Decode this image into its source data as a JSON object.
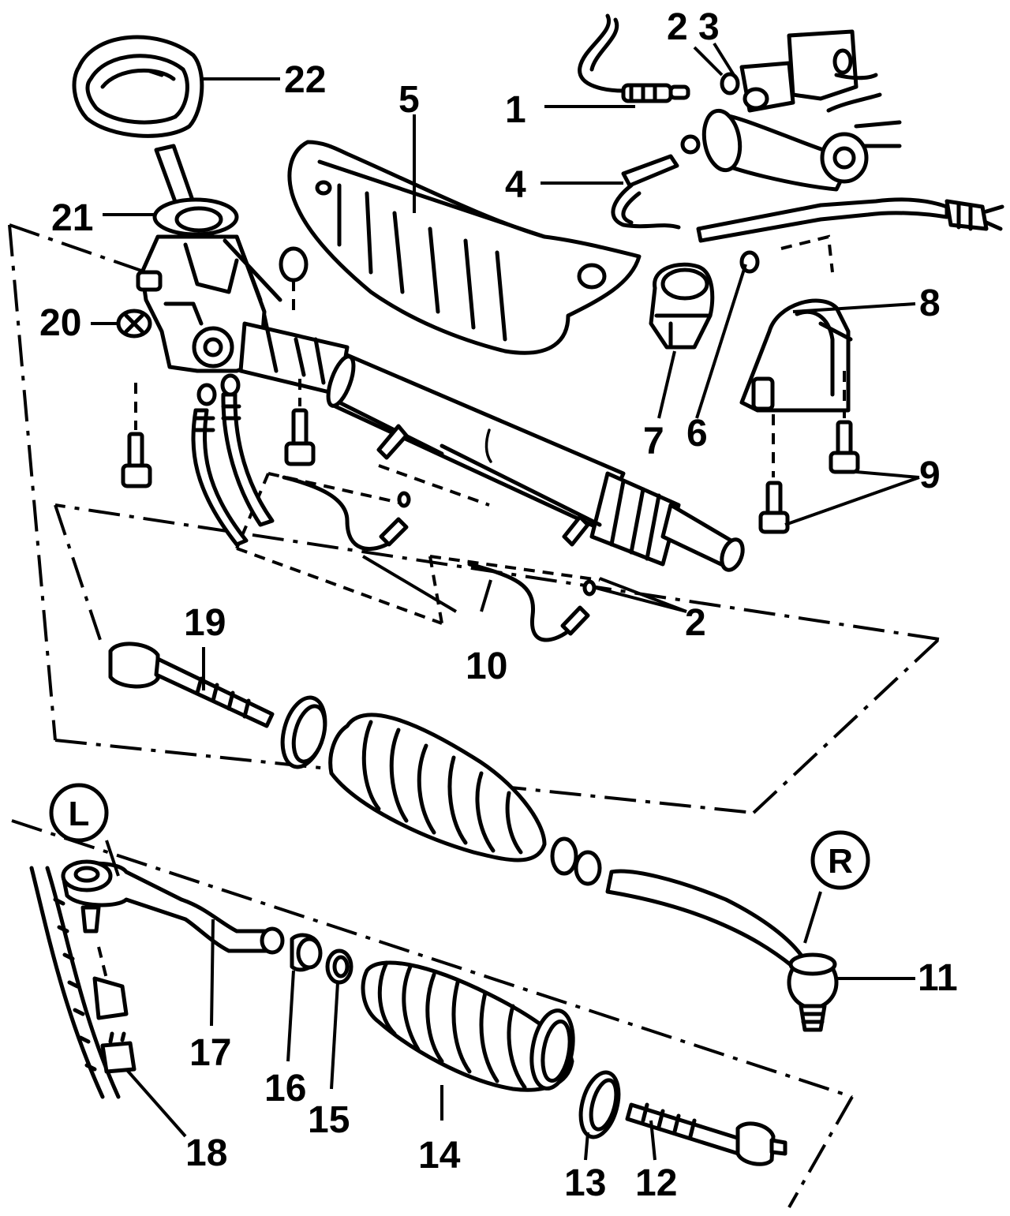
{
  "callouts": {
    "c1": "1",
    "c2_top": "2",
    "c3": "3",
    "c4": "4",
    "c5": "5",
    "c6": "6",
    "c7": "7",
    "c8": "8",
    "c9": "9",
    "c2_mid": "2",
    "c10": "10",
    "c11": "11",
    "c12": "12",
    "c13": "13",
    "c14": "14",
    "c15": "15",
    "c16": "16",
    "c17": "17",
    "c18": "18",
    "c19": "19",
    "c20": "20",
    "c21": "21",
    "c22": "22"
  },
  "side_markers": {
    "left": "L",
    "right": "R"
  }
}
